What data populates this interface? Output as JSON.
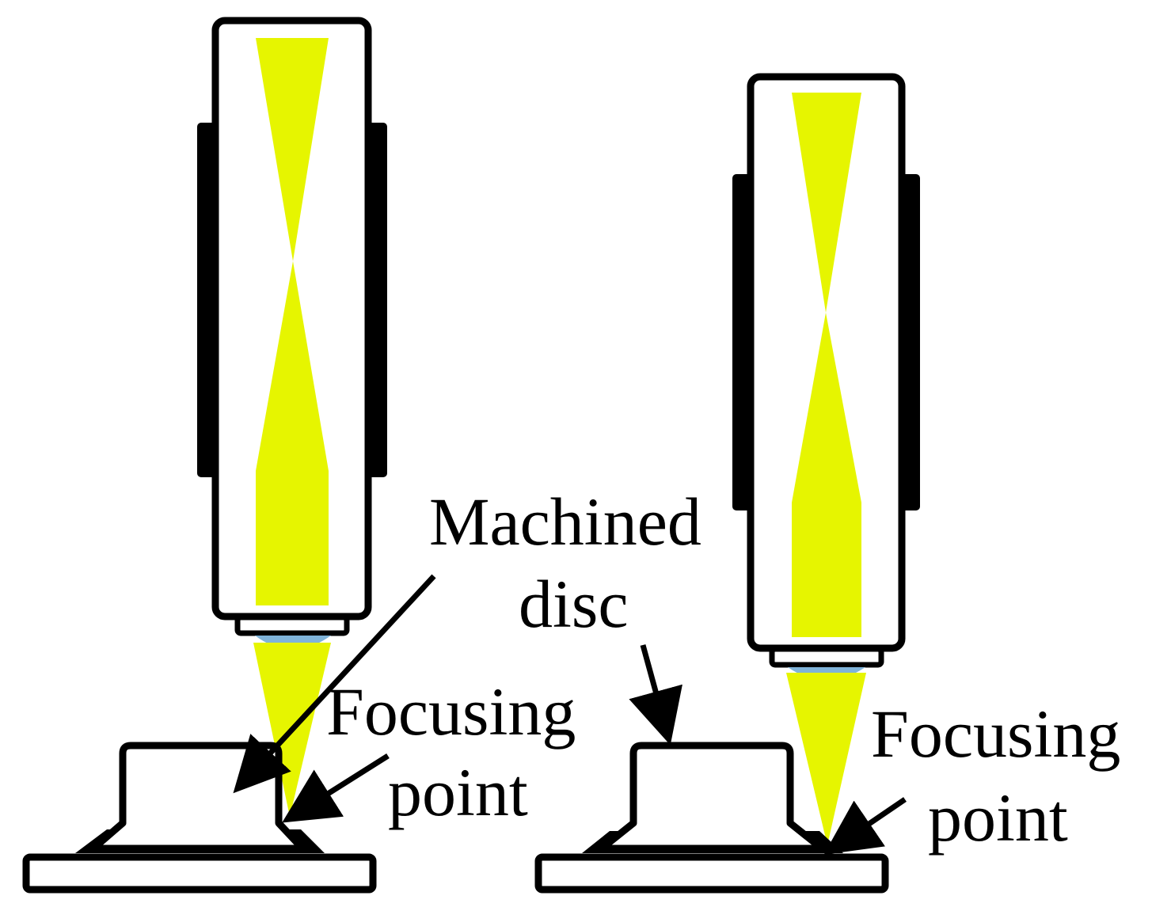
{
  "labels": {
    "machined_line1": "Machined",
    "machined_line2": "disc",
    "focus_left_line1": "Focusing",
    "focus_left_line2": "point",
    "focus_right_line1": "Focusing",
    "focus_right_line2": "point"
  },
  "colors": {
    "beam": "#E6F500",
    "lens": "#7FB3D9",
    "outline": "#000000",
    "background": "#FFFFFF"
  }
}
